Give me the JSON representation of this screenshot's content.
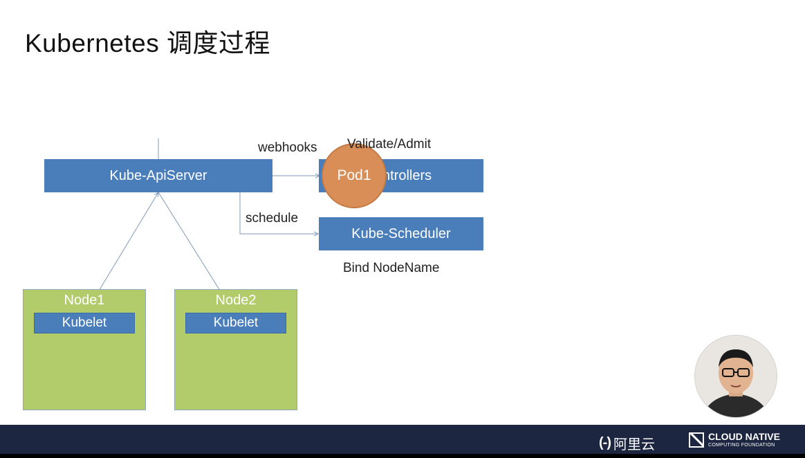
{
  "slide": {
    "title": "Kubernetes 调度过程"
  },
  "diagram": {
    "apiserver_label": "Kube-ApiServer",
    "controllers_label": "ntrollers",
    "scheduler_label": "Kube-Scheduler",
    "pod_label": "Pod1",
    "webhooks_label": "webhooks",
    "validate_label": "Validate/Admit",
    "schedule_label": "schedule",
    "bind_label": "Bind NodeName",
    "nodes": [
      {
        "label": "Node1",
        "kubelet": "Kubelet"
      },
      {
        "label": "Node2",
        "kubelet": "Kubelet"
      }
    ],
    "colors": {
      "box_blue": "#4a7ebb",
      "node_green": "#b3cc6b",
      "pod_orange": "#d98e57",
      "line": "#7f9ab8"
    }
  },
  "footer": {
    "brand_aliyun_mark": "(-)",
    "brand_aliyun_text": "阿里云",
    "brand_cncf_main": "CLOUD NATIVE",
    "brand_cncf_sub": "COMPUTING FOUNDATION"
  }
}
